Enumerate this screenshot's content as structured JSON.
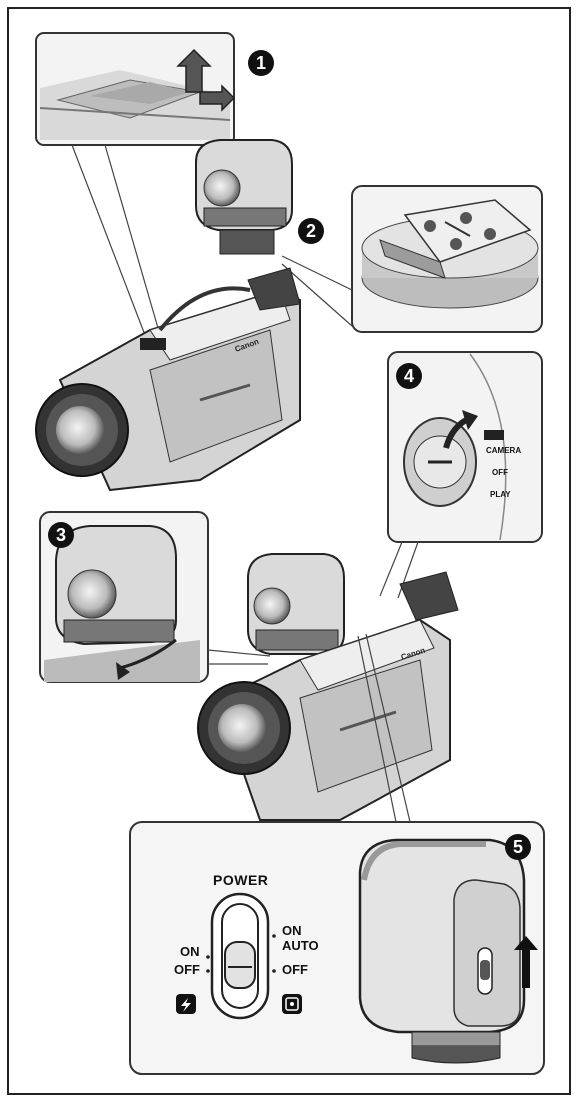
{
  "steps": [
    "1",
    "2",
    "3",
    "4",
    "5"
  ],
  "camera_brand": "Canon",
  "dial_labels": {
    "camera": "CAMERA",
    "off": "OFF",
    "play": "PLAY"
  },
  "power_switch": {
    "title": "POWER",
    "left_on": "ON",
    "left_off": "OFF",
    "right_on": "ON",
    "right_auto": "AUTO",
    "right_off": "OFF"
  }
}
